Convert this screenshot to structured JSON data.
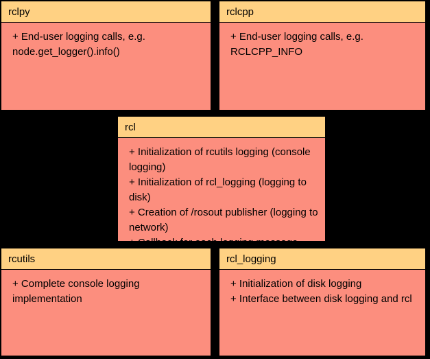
{
  "diagram": {
    "type": "uml-package-diagram",
    "background_color": "#000000",
    "header_color": "#ffd183",
    "body_color": "#fc8e7e",
    "text_color": "#000000",
    "packages": [
      {
        "id": "rclpy",
        "title": "rclpy",
        "lines": [
          "+ End-user logging calls, e.g. node.get_logger().info()"
        ]
      },
      {
        "id": "rclcpp",
        "title": "rclcpp",
        "lines": [
          "+ End-user logging calls, e.g. RCLCPP_INFO"
        ]
      },
      {
        "id": "rcl",
        "title": "rcl",
        "lines": [
          "+ Initialization of rcutils logging (console logging)",
          "+ Initialization of rcl_logging (logging to disk)",
          "+ Creation of /rosout publisher (logging to network)",
          "+ Callback for each logging message"
        ]
      },
      {
        "id": "rcutils",
        "title": "rcutils",
        "lines": [
          "+ Complete console logging implementation"
        ]
      },
      {
        "id": "rcl_logging",
        "title": "rcl_logging",
        "lines": [
          "+ Initialization of disk logging",
          "+ Interface between disk logging and rcl"
        ]
      }
    ]
  }
}
